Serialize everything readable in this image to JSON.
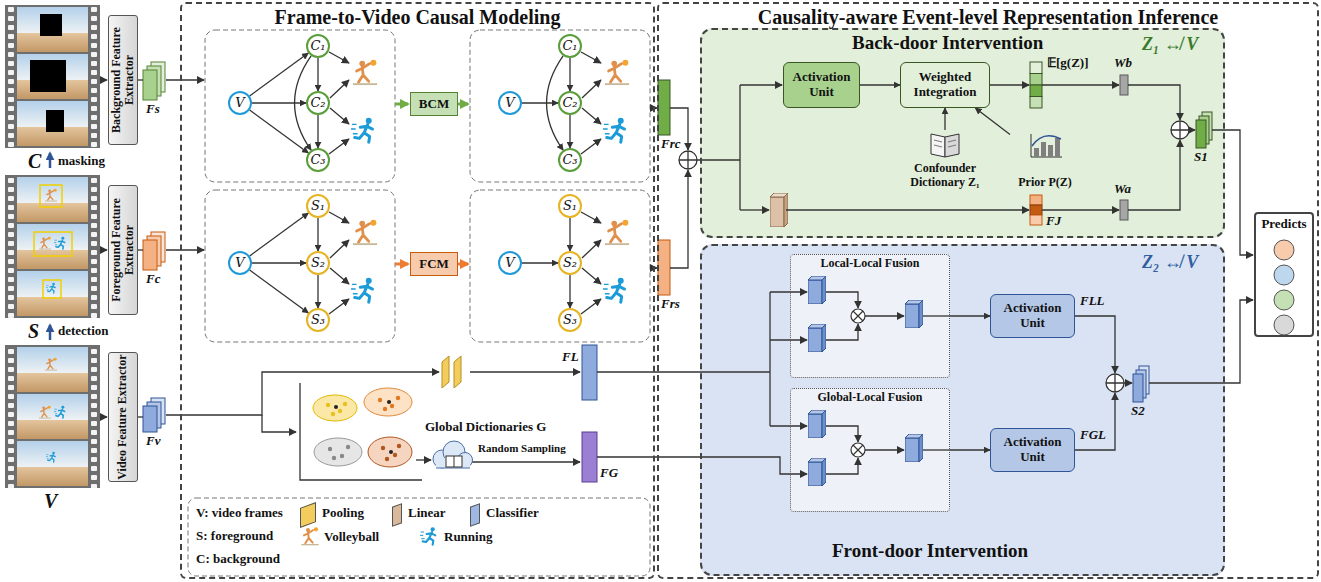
{
  "diagram": {
    "nodes": [
      {
        "text": [
          "Frame-to-Video Causal Modeling"
        ]
      },
      {
        "text": [
          "Causality-aware Event-level Representation Inference"
        ]
      },
      {
        "text": [
          "Background Feature Extractor"
        ]
      },
      {
        "text": [
          "Foreground Feature Extractor"
        ]
      },
      {
        "text": [
          "Video Feature Extractor"
        ]
      },
      {
        "text": [
          "V"
        ],
        "in": 0
      },
      {
        "text": [
          "C₁"
        ],
        "in": 0
      },
      {
        "text": [
          "C₂"
        ],
        "in": 0
      },
      {
        "text": [
          "C₃"
        ],
        "in": 0
      },
      {
        "text": [
          "BCM"
        ],
        "in": 0
      },
      {
        "text": [
          "V"
        ],
        "in": 0
      },
      {
        "text": [
          "C₁"
        ],
        "in": 0
      },
      {
        "text": [
          "C₂"
        ],
        "in": 0
      },
      {
        "text": [
          "C₃"
        ],
        "in": 0
      },
      {
        "text": [
          "V"
        ],
        "in": 0
      },
      {
        "text": [
          "S₁"
        ],
        "in": 0
      },
      {
        "text": [
          "S₂"
        ],
        "in": 0
      },
      {
        "text": [
          "S₃"
        ],
        "in": 0
      },
      {
        "text": [
          "FCM"
        ],
        "in": 0
      },
      {
        "text": [
          "V"
        ],
        "in": 0
      },
      {
        "text": [
          "S₁"
        ],
        "in": 0
      },
      {
        "text": [
          "S₂"
        ],
        "in": 0
      },
      {
        "text": [
          "S₃"
        ],
        "in": 0
      },
      {
        "text": [
          "Back-door Intervention",
          "Z₁ ↮ V"
        ],
        "in": 1
      },
      {
        "text": [
          "Activation Unit"
        ],
        "in": 23
      },
      {
        "text": [
          "Weighted Integration"
        ],
        "in": 23
      },
      {
        "text": [
          "Confounder Dictionary Z₁"
        ],
        "in": 23
      },
      {
        "text": [
          "Prior P(Z)"
        ],
        "in": 23
      },
      {
        "text": [
          "Z₂ ↮ V",
          "Front-door Intervention"
        ],
        "in": 1
      },
      {
        "text": [
          "Local-Local Fusion"
        ],
        "in": 28
      },
      {
        "text": [
          "Global-Local Fusion"
        ],
        "in": 28
      },
      {
        "text": [
          "Activation Unit"
        ],
        "in": 28
      },
      {
        "text": [
          "Activation Unit"
        ],
        "in": 28
      },
      {
        "text": [
          "Predicts"
        ],
        "in": 1
      }
    ],
    "edges": [
      {
        "from": 5,
        "to": 6,
        "arrow": "to"
      },
      {
        "from": 5,
        "to": 7,
        "arrow": "to"
      },
      {
        "from": 5,
        "to": 8,
        "arrow": "to"
      },
      {
        "from": 6,
        "to": 7,
        "arrow": "to"
      },
      {
        "from": 7,
        "to": 8,
        "arrow": "to"
      },
      {
        "from": 6,
        "to": 8,
        "arrow": "to"
      },
      {
        "from": 10,
        "to": 12,
        "arrow": "to"
      },
      {
        "from": 11,
        "to": 12,
        "arrow": "to"
      },
      {
        "from": 12,
        "to": 13,
        "arrow": "to"
      },
      {
        "from": 11,
        "to": 13,
        "arrow": "to"
      },
      {
        "from": 14,
        "to": 15,
        "arrow": "to"
      },
      {
        "from": 14,
        "to": 16,
        "arrow": "to"
      },
      {
        "from": 14,
        "to": 17,
        "arrow": "to"
      },
      {
        "from": 15,
        "to": 16,
        "arrow": "to"
      },
      {
        "from": 16,
        "to": 17,
        "arrow": "to"
      },
      {
        "from": 19,
        "to": 21,
        "arrow": "to"
      },
      {
        "from": 20,
        "to": 21,
        "arrow": "to"
      },
      {
        "from": 21,
        "to": 22,
        "arrow": "to"
      },
      {
        "from": 24,
        "to": 25,
        "arrow": "to"
      },
      {
        "from": 26,
        "to": 25,
        "arrow": "to"
      },
      {
        "from": 27,
        "to": 25,
        "arrow": "to"
      },
      {
        "from": 29,
        "to": 31,
        "arrow": "to"
      },
      {
        "from": 30,
        "to": 32,
        "arrow": "to"
      }
    ],
    "labels": [
      "C",
      "masking",
      "S",
      "detection",
      "V",
      "Fs",
      "Fc",
      "Fv",
      "Frc",
      "Frs",
      "FL",
      "FG",
      "Global Dictionaries G",
      "Random Sampling",
      "𝔼[g(Z)]",
      "Wb",
      "Wa",
      "FJ",
      "S1",
      "FLL",
      "FGL",
      "S2",
      "V: video frames",
      "S: foreground",
      "C: background"
    ],
    "legend": [
      {
        "text": "Pooling",
        "color": "#f2cc5c"
      },
      {
        "text": "Linear",
        "color": "#d9b99b"
      },
      {
        "text": "Classifier",
        "color": "#9fb8e3"
      },
      {
        "text": "Volleyball"
      },
      {
        "text": "Running"
      }
    ]
  }
}
